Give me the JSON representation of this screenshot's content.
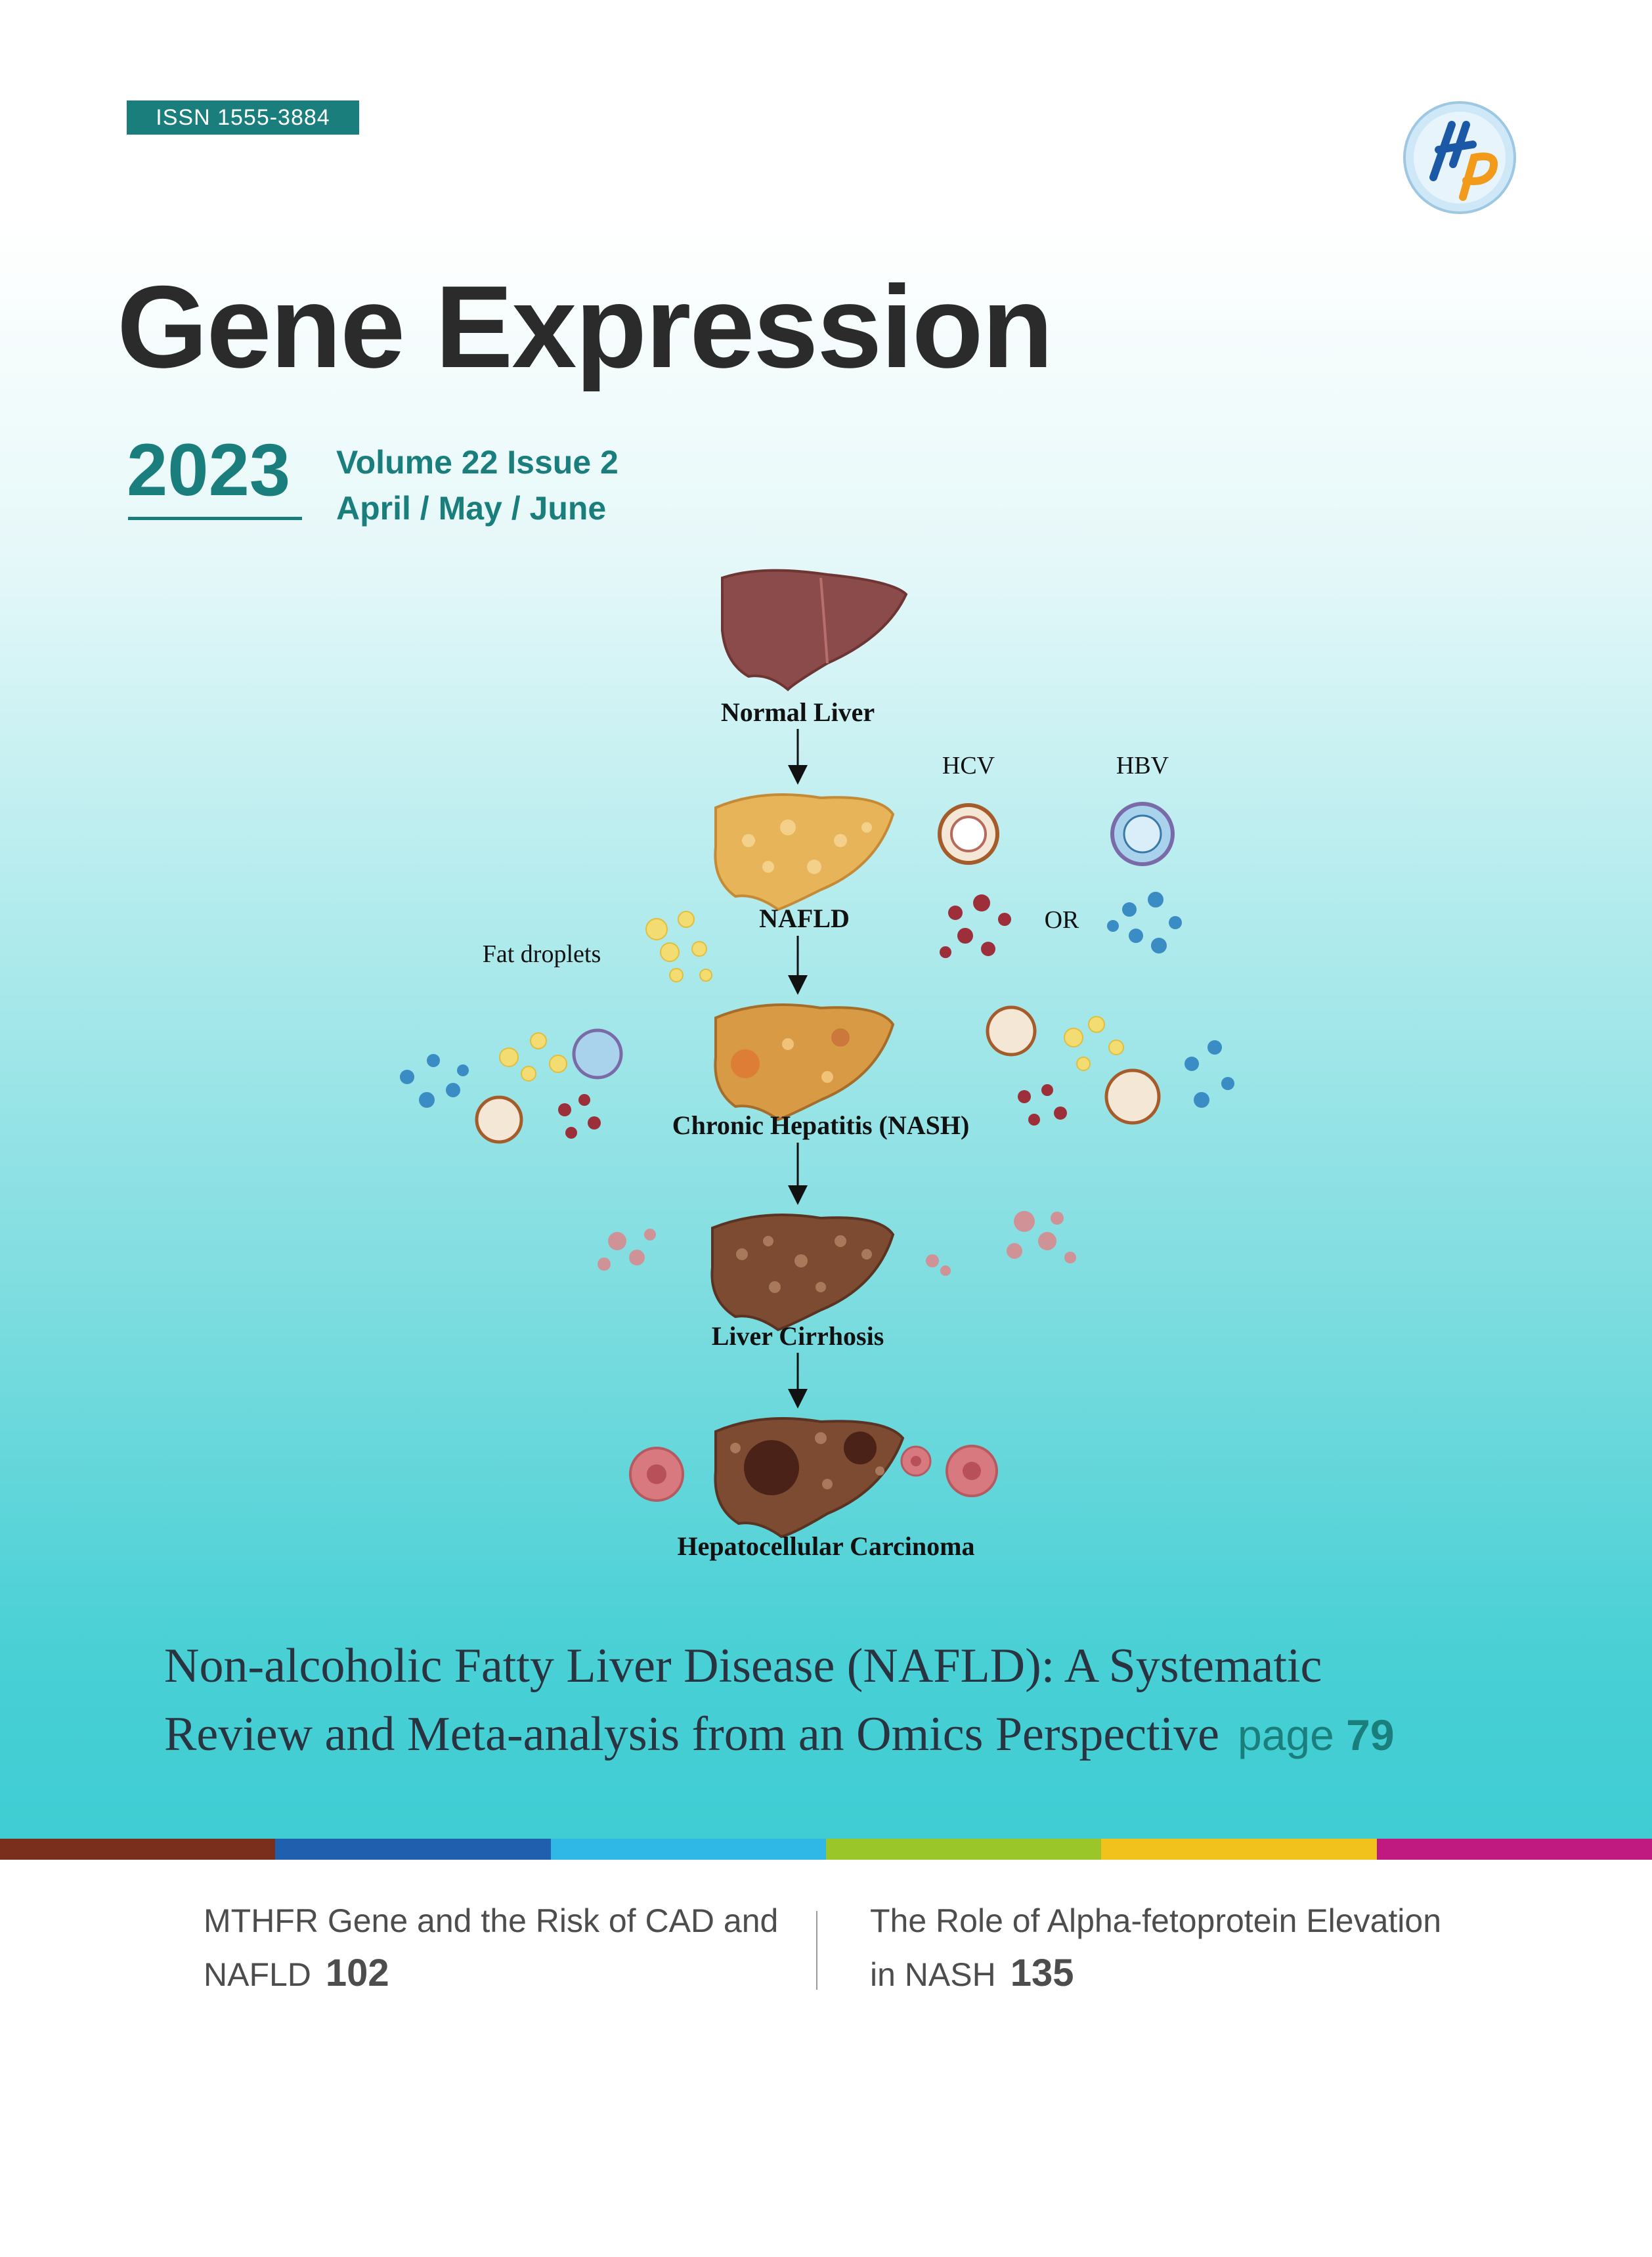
{
  "issn": "ISSN  1555-3884",
  "journal_title": "Gene Expression",
  "year": "2023",
  "volume_issue": "Volume 22 Issue 2",
  "months": "April / May / June",
  "figure": {
    "labels": {
      "normal_liver": "Normal Liver",
      "hcv": "HCV",
      "hbv": "HBV",
      "nafld": "NAFLD",
      "or": "OR",
      "fat_droplets": "Fat droplets",
      "nash": "Chronic Hepatitis (NASH)",
      "cirrhosis": "Liver Cirrhosis",
      "hcc": "Hepatocellular Carcinoma"
    }
  },
  "feature_article": {
    "line1": "Non-alcoholic Fatty Liver Disease (NAFLD): A Systematic",
    "line2": "Review and Meta-analysis from an Omics Perspective",
    "page_prefix": "page",
    "page_number": "79"
  },
  "stripe_colors": [
    "#7a2e1c",
    "#1f5fae",
    "#2fb8e6",
    "#9bc62a",
    "#f1c21b",
    "#c01a80"
  ],
  "articles": [
    {
      "line1": "MTHFR Gene and the Risk of CAD and",
      "line2": "NAFLD",
      "page": "102"
    },
    {
      "line1": "The Role of Alpha-fetoprotein Elevation",
      "line2": "in NASH",
      "page": "135"
    }
  ],
  "colors": {
    "teal": "#1a7f7c",
    "title": "#2b2b2b"
  }
}
